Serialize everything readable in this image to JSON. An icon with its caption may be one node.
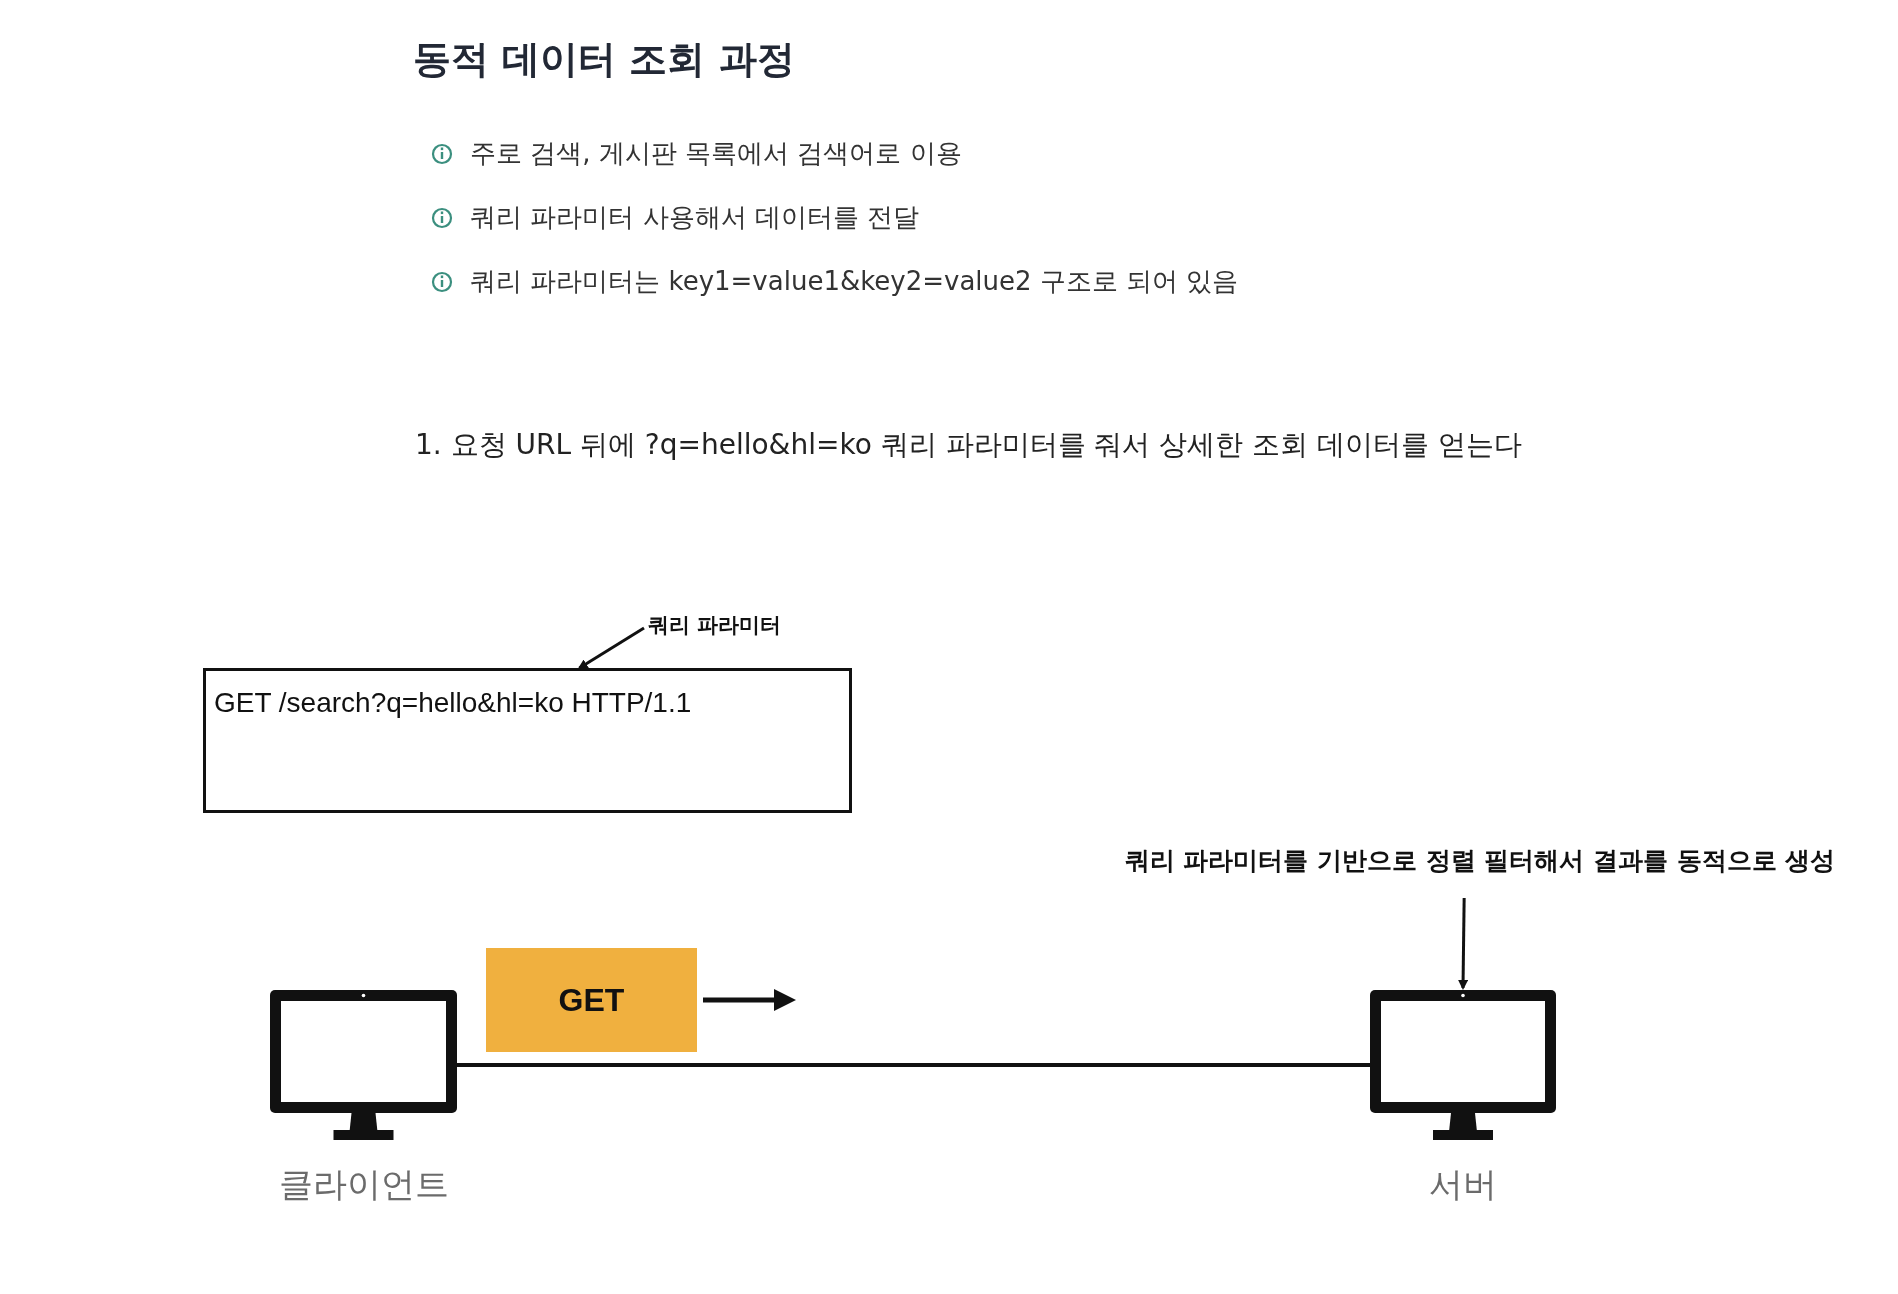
{
  "diagram": {
    "title": "동적 데이터 조회 과정",
    "nodes": [
      {
        "text": [
          "GET /search?q=hello&hl=ko HTTP/1.1"
        ]
      },
      {
        "text": [
          "쿼리 파라미터"
        ]
      },
      {
        "text": [],
        "shape": "picture",
        "beside": [
          "클라이언트"
        ]
      },
      {
        "text": [
          "GET"
        ]
      },
      {
        "text": [
          "쿼리 파라미터를 기반으로 정렬 필터해서 결과를 동적으로 생성"
        ]
      },
      {
        "text": [],
        "shape": "picture",
        "beside": [
          "서버"
        ]
      }
    ],
    "edges": [
      {
        "from": 1,
        "to": 0,
        "arrow": "to"
      },
      {
        "from": 2,
        "to": 5,
        "arrow": "none"
      },
      {
        "from": 4,
        "to": 5,
        "arrow": "to"
      }
    ],
    "labels": [
      "주로 검색, 게시판 목록에서 검색어로 이용",
      "쿼리 파라미터 사용해서 데이터를 전달",
      "쿼리 파라미터는 key1=value1&key2=value2 구조로 되어 있음",
      "1. 요청 URL 뒤에 ?q=hello&hl=ko 쿼리 파라미터를 줘서 상세한 조회 데이터를 얻는다"
    ]
  }
}
